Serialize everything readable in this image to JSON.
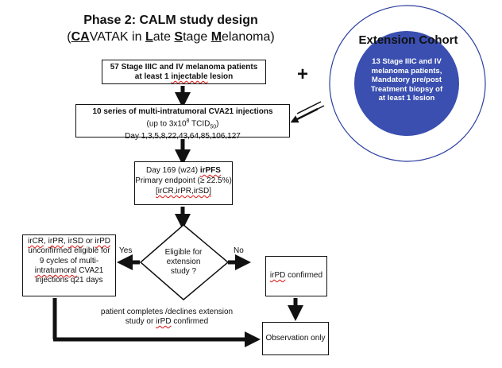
{
  "title": {
    "line1": "Phase 2: CALM study design",
    "line2_parts": [
      "(",
      "CA",
      "VATAK in ",
      "L",
      "ate ",
      "S",
      "tage ",
      "M",
      "elanoma)"
    ]
  },
  "boxes": {
    "patients": {
      "line1": "57 Stage IIIC and IV melanoma patients",
      "line2_a": "at least 1 ",
      "line2_b": "injectable",
      "line2_c": " lesion"
    },
    "injections": {
      "line1": "10 series of multi-intratumoral CVA21 injections",
      "line2_a": "(up to 3x10",
      "line2_sup": "8",
      "line2_b": " TCID",
      "line2_sub": "50",
      "line2_c": ")",
      "line3": "Day 1,3,5,8,22,43,64,85,106,127"
    },
    "endpoint": {
      "line1_a": "Day 169 (w24) ",
      "line1_b": "irPFS",
      "line2": "Primary endpoint (≥ 22.5%)",
      "line3": "[irCR,irPR,irSD]"
    },
    "left": {
      "l1": [
        "irCR",
        ", ",
        "irPR",
        ", ",
        "irSD",
        " or ",
        "irPD"
      ],
      "l2": "unconfirmed eligible for",
      "l3": "9 cycles of multi-",
      "l4_a": "intratumoral",
      "l4_b": "  CVA21",
      "l5": "injections q21 days"
    },
    "confirmed": {
      "a": "irPD",
      "b": " confirmed"
    },
    "observation": {
      "text": "Observation only"
    }
  },
  "decision": {
    "l1": "Eligible for",
    "l2": "extension",
    "l3": "study ?"
  },
  "labels": {
    "yes": "Yes",
    "no": "No",
    "plus": "+",
    "completes_l1": "patient completes /declines extension",
    "completes_l2_a": "study or ",
    "completes_l2_b": "irPD",
    "completes_l2_c": " confirmed"
  },
  "extension": {
    "title": "Extension Cohort",
    "body": [
      "13 Stage IIIC and IV",
      "melanoma patients,",
      "Mandatory pre/post",
      "Treatment biopsy of",
      "at least 1 lesion"
    ],
    "fill_color": "#3a4fb0",
    "ring_color": "#2b3fa0"
  }
}
